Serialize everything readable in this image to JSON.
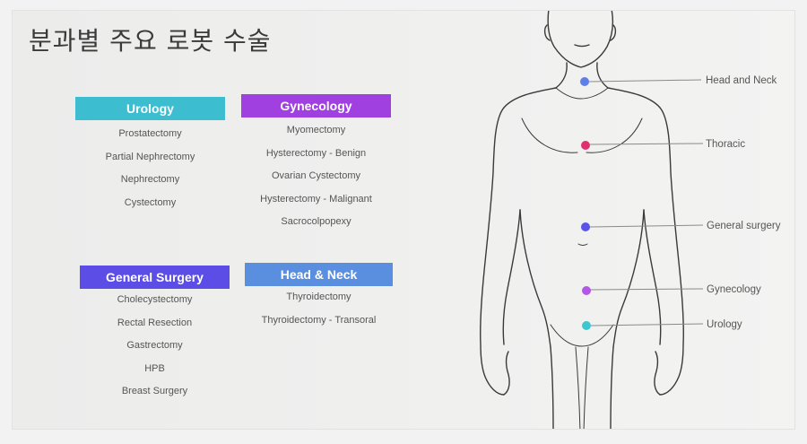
{
  "title": "분과별 주요 로봇 수술",
  "categories": [
    {
      "id": "urology",
      "name": "Urology",
      "color": "#3dbdd0",
      "procedures": [
        "Prostatectomy",
        "Partial Nephrectomy",
        "Nephrectomy",
        "Cystectomy"
      ]
    },
    {
      "id": "gynecology",
      "name": "Gynecology",
      "color": "#a040e0",
      "procedures": [
        "Myomectomy",
        "Hysterectomy - Benign",
        "Ovarian Cystectomy",
        "Hysterectomy - Malignant",
        "Sacrocolpopexy"
      ]
    },
    {
      "id": "general-surgery",
      "name": "General Surgery",
      "color": "#5b4de6",
      "procedures": [
        "Cholecystectomy",
        "Rectal Resection",
        "Gastrectomy",
        "HPB",
        "Breast Surgery"
      ]
    },
    {
      "id": "head-neck",
      "name": "Head & Neck",
      "color": "#5a8fe0",
      "procedures": [
        "Thyroidectomy",
        "Thyroidectomy - Transoral"
      ]
    }
  ],
  "body_map": [
    {
      "label": "Head and Neck",
      "color": "#5e7fe6"
    },
    {
      "label": "Thoracic",
      "color": "#e0306e"
    },
    {
      "label": "General surgery",
      "color": "#5a55e8"
    },
    {
      "label": "Gynecology",
      "color": "#b457e8"
    },
    {
      "label": "Urology",
      "color": "#3ec6cf"
    }
  ]
}
